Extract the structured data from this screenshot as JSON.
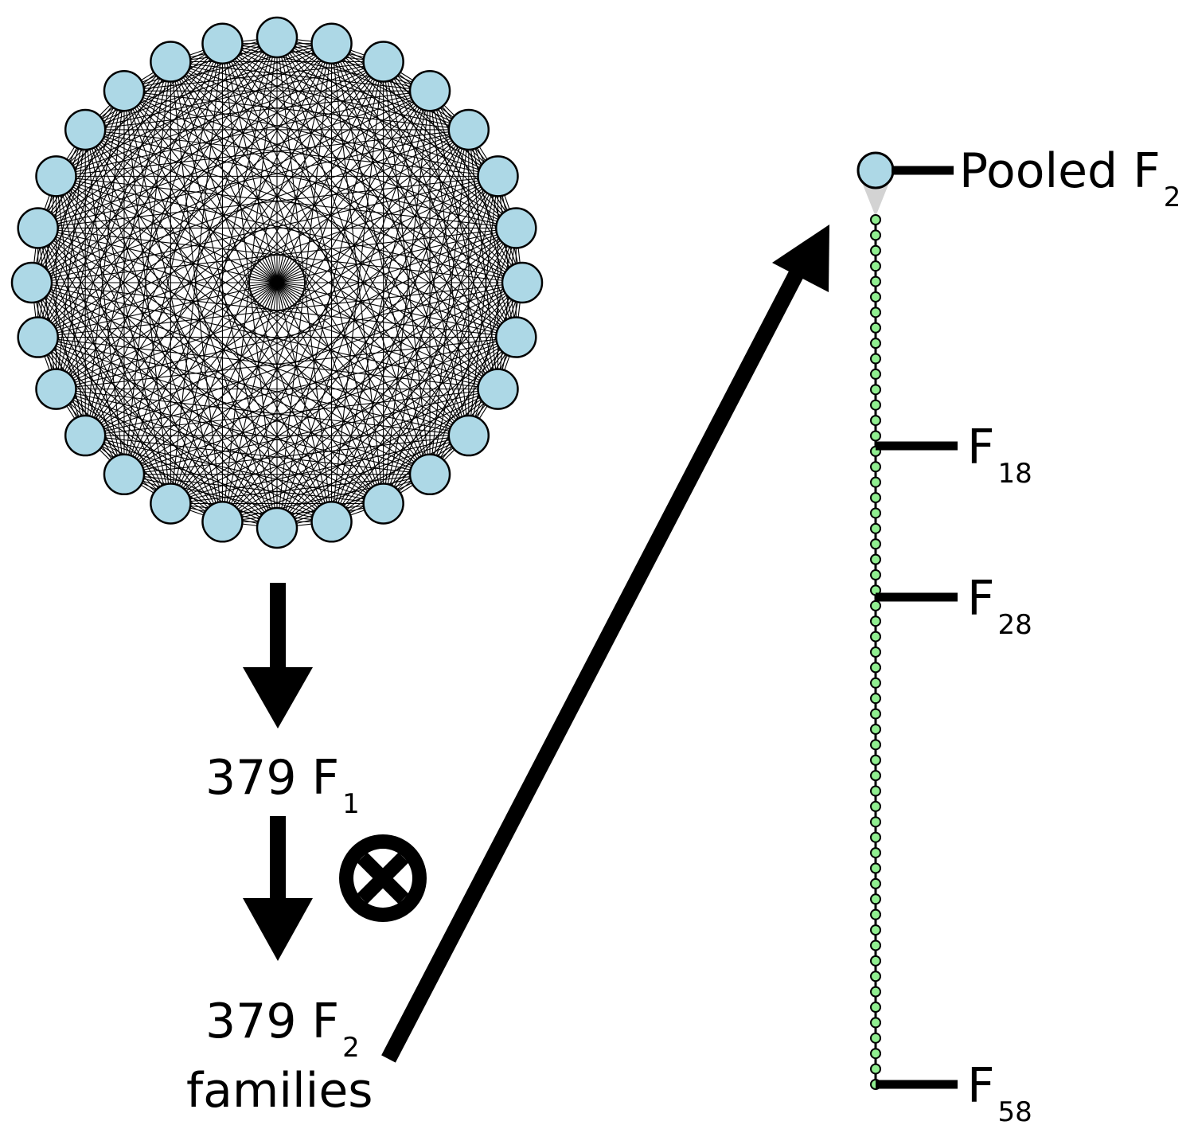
{
  "diagram": {
    "parent_count": 28,
    "step1": {
      "main": "379 F",
      "sub": "1"
    },
    "selfing_symbol": "⊗",
    "step2": {
      "main": "379 F",
      "sub": "2",
      "line2": "families"
    },
    "generations": {
      "pooled": {
        "main": "Pooled F",
        "sub": "2"
      },
      "f18": {
        "main": "F",
        "sub": "18"
      },
      "f28": {
        "main": "F",
        "sub": "28"
      },
      "f58": {
        "main": "F",
        "sub": "58"
      }
    },
    "colors": {
      "parent_fill": "#add8e6",
      "generation_fill": "#90ee90",
      "line": "#000000",
      "cone": "#d3d3d3"
    },
    "icons": {
      "selfing": "circled-times-icon",
      "arrows": "arrow-icon"
    }
  }
}
